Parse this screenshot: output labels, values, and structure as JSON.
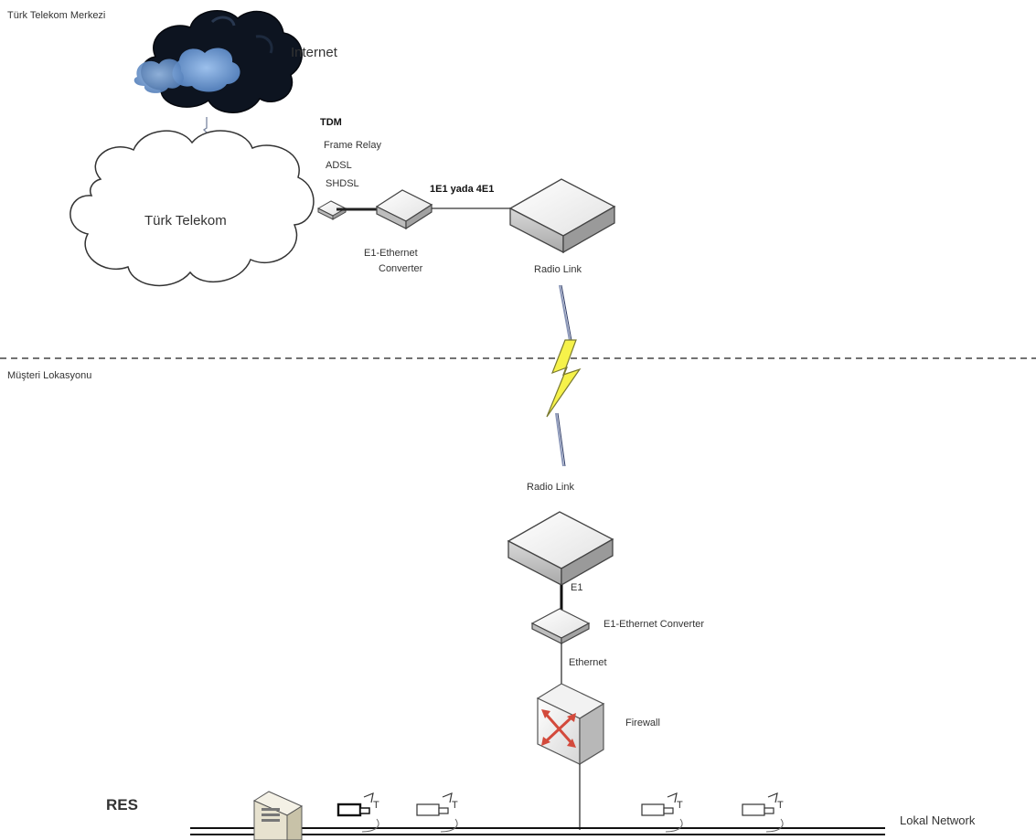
{
  "zones": {
    "top_label": "Türk Telekom Merkezi",
    "bottom_label": "Müşteri Lokasyonu"
  },
  "nodes": {
    "internet": "Internet",
    "turk_telekom": "Türk Telekom",
    "converter_top": [
      "E1-Ethernet",
      "Converter"
    ],
    "radio_link_top": "Radio Link",
    "radio_link_bottom": "Radio Link",
    "converter_bottom": "E1-Ethernet Converter",
    "firewall": "Firewall",
    "res": "RES",
    "lokal_network": "Lokal Network"
  },
  "link_labels": {
    "tdm": "TDM",
    "frame_relay": "Frame Relay",
    "adsl": "ADSL",
    "shdsl": "SHDSL",
    "e1_option": "1E1 yada 4E1",
    "e1": "E1",
    "ethernet": "Ethernet"
  },
  "cameras": [
    {
      "label": "T"
    },
    {
      "label": "T"
    },
    {
      "label": "T"
    },
    {
      "label": "T"
    }
  ],
  "colors": {
    "cloud_dark": "#0d1420",
    "cloud_light": "#5b86c0",
    "lightning_fill": "#f6f24a",
    "firewall_red": "#d34a3c",
    "dashed_line": "#444444"
  }
}
